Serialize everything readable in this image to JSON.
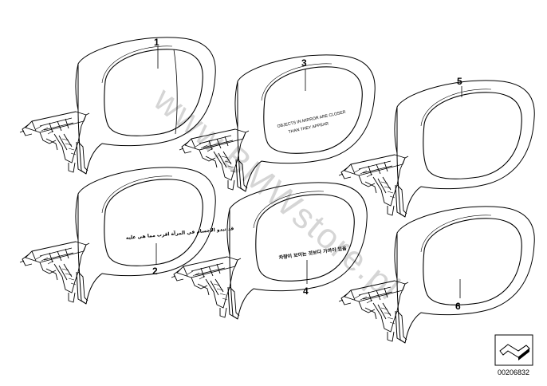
{
  "diagram": {
    "parts": [
      {
        "number": "1",
        "inscription": ""
      },
      {
        "number": "2",
        "inscription": "قد تبدو الاجسام في المرآة اقرب مما هي عليه"
      },
      {
        "number": "3",
        "inscription_lines": [
          "OBJECTS IN MIRROR ARE CLOSER",
          "THAN THEY APPEAR"
        ]
      },
      {
        "number": "4",
        "inscription": "차량이 보이는 것보다 가까이 있음"
      },
      {
        "number": "5",
        "inscription": ""
      },
      {
        "number": "6",
        "inscription": ""
      }
    ],
    "watermark": "www.BMWstore.pl",
    "document_id": "00206832",
    "symbol_icon": "part-view-symbol"
  }
}
